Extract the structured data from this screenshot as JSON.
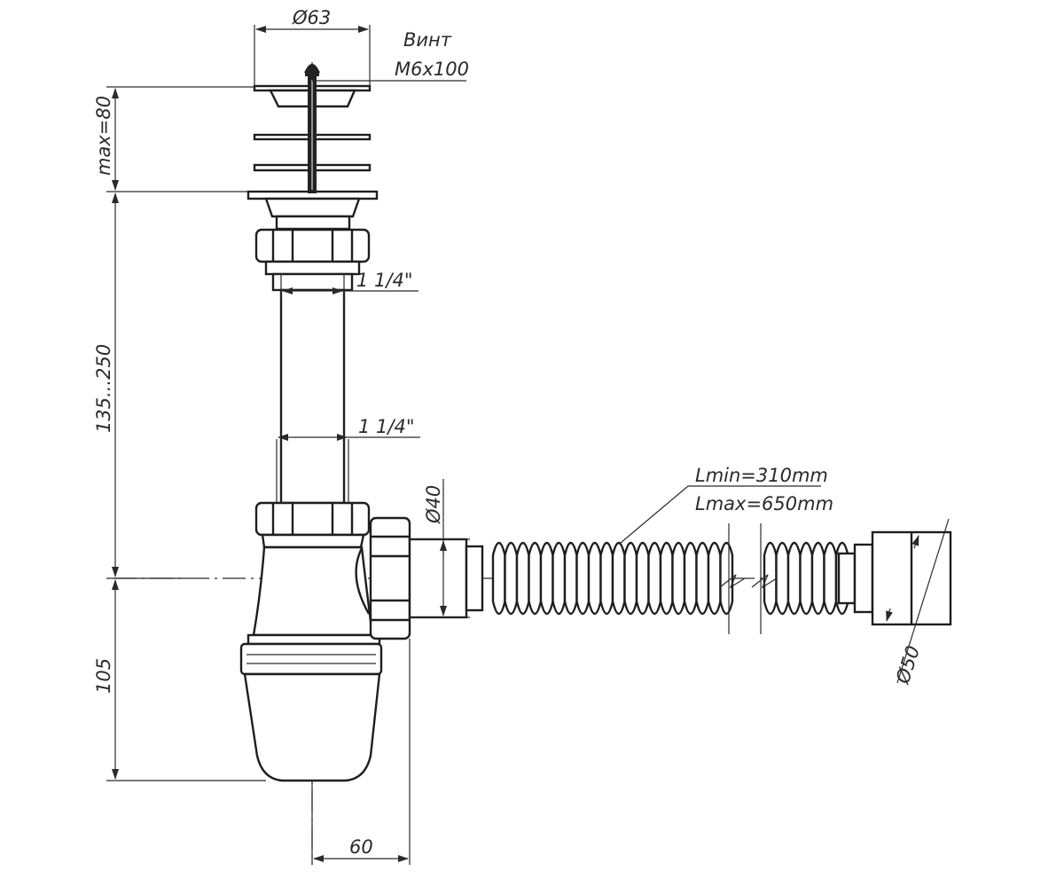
{
  "labels": {
    "screw_title": "Винт",
    "screw_size": "M6x100",
    "flange_diameter": "Ø63",
    "height_max": "max=80",
    "pipe_length_range": "135...250",
    "thread_upper": "1 1/4\"",
    "thread_lower": "1 1/4\"",
    "outlet_diameter": "Ø40",
    "hose_min": "Lmin=310mm",
    "hose_max": "Lmax=650mm",
    "socket_diameter": "Ø50",
    "bottom_height": "105",
    "offset": "60"
  },
  "colors": {
    "line": "#1e1e1e",
    "paper": "#ffffff"
  }
}
